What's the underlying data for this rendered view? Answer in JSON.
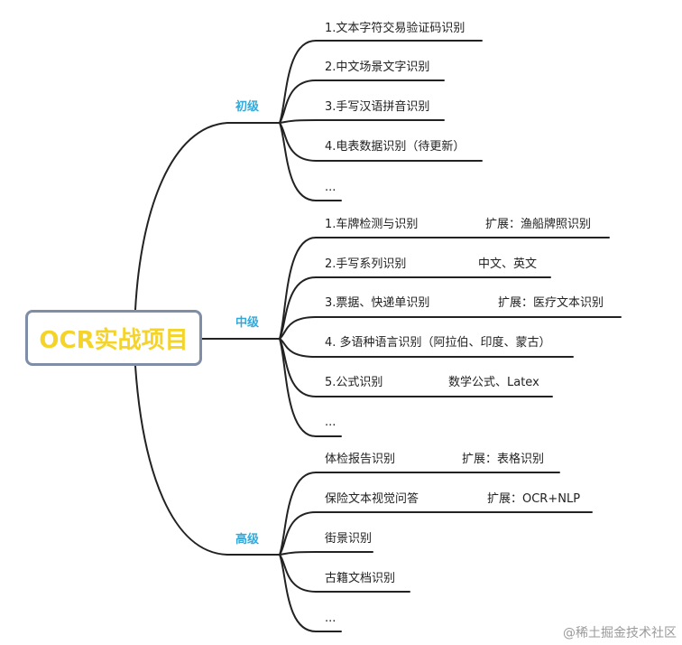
{
  "root": {
    "label": "OCR实战项目"
  },
  "branches": [
    {
      "label": "初级",
      "items": [
        {
          "text": "1.文本字符交易验证码识别",
          "ext": ""
        },
        {
          "text": "2.中文场景文字识别",
          "ext": ""
        },
        {
          "text": "3.手写汉语拼音识别",
          "ext": ""
        },
        {
          "text": "4.电表数据识别（待更新）",
          "ext": ""
        },
        {
          "text": "...",
          "ext": ""
        }
      ]
    },
    {
      "label": "中级",
      "items": [
        {
          "text": "1.车牌检测与识别",
          "ext": "扩展：渔船牌照识别"
        },
        {
          "text": "2.手写系列识别",
          "ext": "中文、英文"
        },
        {
          "text": "3.票据、快递单识别",
          "ext": "扩展：医疗文本识别"
        },
        {
          "text": "4. 多语种语言识别（阿拉伯、印度、蒙古）",
          "ext": ""
        },
        {
          "text": "5.公式识别",
          "ext": "数学公式、Latex"
        },
        {
          "text": "...",
          "ext": ""
        }
      ]
    },
    {
      "label": "高级",
      "items": [
        {
          "text": "体检报告识别",
          "ext": "扩展：表格识别"
        },
        {
          "text": "保险文本视觉问答",
          "ext": "扩展：OCR+NLP"
        },
        {
          "text": "街景识别",
          "ext": ""
        },
        {
          "text": "古籍文档识别",
          "ext": ""
        },
        {
          "text": "...",
          "ext": ""
        }
      ]
    }
  ],
  "watermark": "@稀土掘金技术社区",
  "colors": {
    "branch": "#35a8d8",
    "root_text": "#f5d42a",
    "root_border": "#7f8ea6",
    "line": "#222222"
  }
}
